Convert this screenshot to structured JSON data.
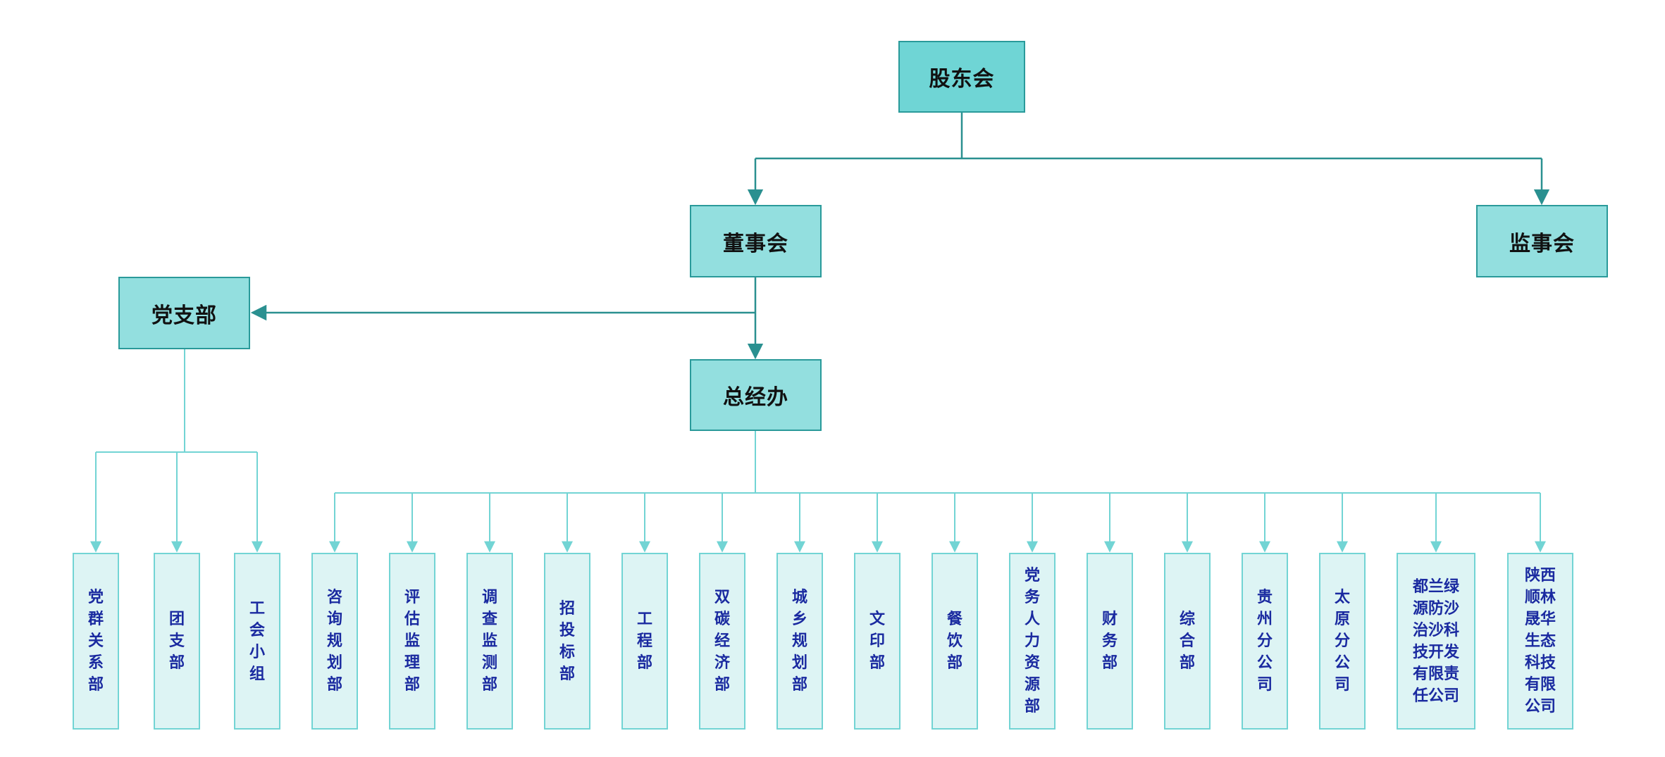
{
  "colors": {
    "top_fill": "#6fd5d5",
    "main_fill": "#93dfdf",
    "leaf_fill": "#ddf4f4",
    "dark_line": "#2a9090",
    "light_line": "#72d4d4",
    "leaf_text": "#1a2aa0"
  },
  "nodes": {
    "shareholders": "股东会",
    "board": "董事会",
    "supervisors": "监事会",
    "party_branch": "党支部",
    "general_office": "总经办"
  },
  "party_units": [
    "党\n群\n关\n系\n部",
    "团\n支\n部",
    "工\n会\n小\n组"
  ],
  "departments": [
    "咨\n询\n规\n划\n部",
    "评\n估\n监\n理\n部",
    "调\n查\n监\n测\n部",
    "招\n投\n标\n部",
    "工\n程\n部",
    "双\n碳\n经\n济\n部",
    "城\n乡\n规\n划\n部",
    "文\n印\n部",
    "餐\n饮\n部",
    "党\n务\n人\n力\n资\n源\n部",
    "财\n务\n部",
    "综\n合\n部",
    "贵\n州\n分\n公\n司",
    "太\n原\n分\n公\n司",
    "都兰绿\n源防沙\n治沙科\n技开发\n有限责\n任公司",
    "陕西\n顺林\n晟华\n生态\n科技\n有限\n公司"
  ]
}
